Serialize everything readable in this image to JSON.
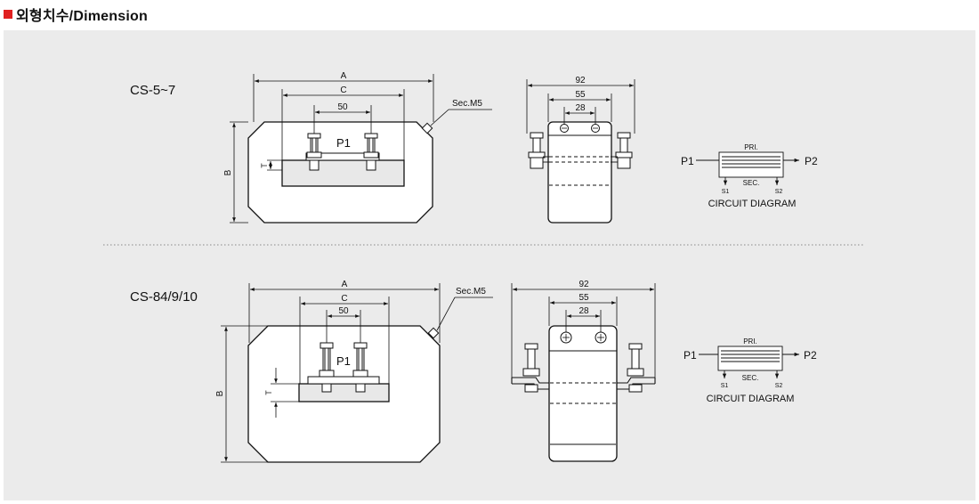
{
  "header": {
    "title": "외형치수/Dimension",
    "accent_color": "#e02020"
  },
  "models": [
    {
      "name": "CS-5~7",
      "dim_a": "A",
      "dim_c": "C",
      "dim_50": "50",
      "dim_b": "B",
      "dim_t": "T",
      "primary": "P1",
      "secondary_terminal": "Sec.M5",
      "side_92": "92",
      "side_55": "55",
      "side_28": "28",
      "circuit": {
        "p1": "P1",
        "p2": "P2",
        "pri": "PRI.",
        "sec": "SEC.",
        "s1": "S1",
        "s2": "S2",
        "caption": "CIRCUIT DIAGRAM"
      }
    },
    {
      "name": "CS-84/9/10",
      "dim_a": "A",
      "dim_c": "C",
      "dim_50": "50",
      "dim_b": "B",
      "dim_t": "T",
      "primary": "P1",
      "secondary_terminal": "Sec.M5",
      "side_92": "92",
      "side_55": "55",
      "side_28": "28",
      "circuit": {
        "p1": "P1",
        "p2": "P2",
        "pri": "PRI.",
        "sec": "SEC.",
        "s1": "S1",
        "s2": "S2",
        "caption": "CIRCUIT DIAGRAM"
      }
    }
  ]
}
